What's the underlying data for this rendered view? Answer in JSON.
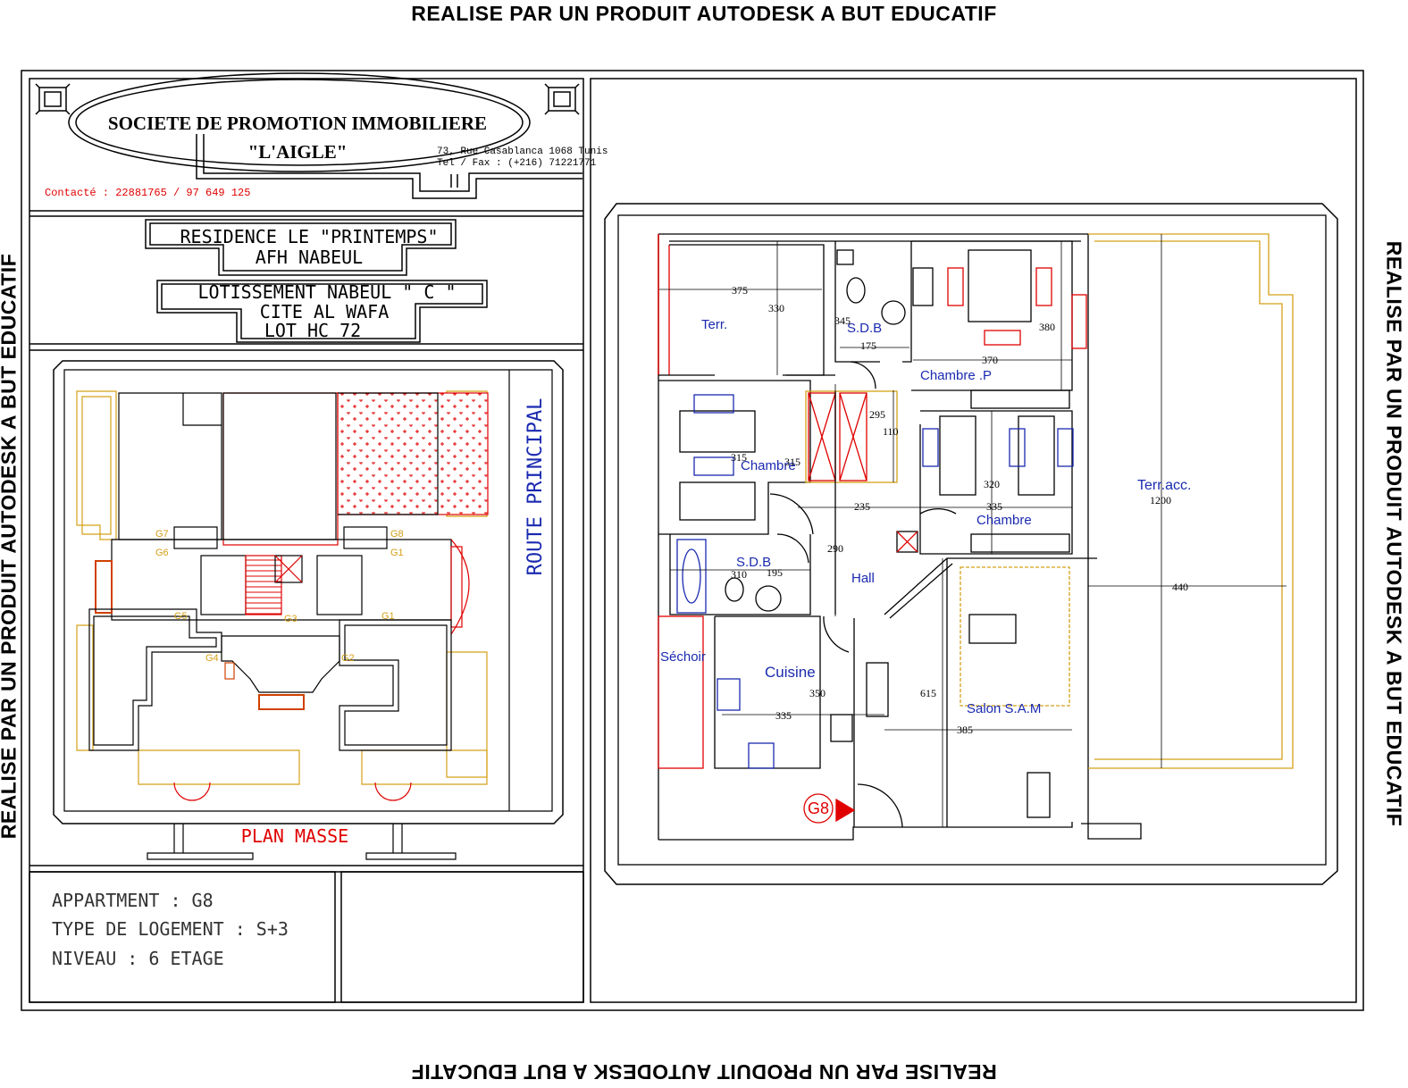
{
  "watermark": "REALISE PAR UN PRODUIT AUTODESK A BUT EDUCATIF",
  "company": {
    "name": "SOCIETE DE PROMOTION IMMOBILIERE",
    "brand": "\"L'AIGLE\"",
    "address": "73, Rue Casablanca 1068 Tunis",
    "phone": "Tel / Fax : (+216) 71221771",
    "contact": "Contacté : 22881765 / 97 649 125"
  },
  "project": {
    "line1": "RESIDENCE LE \"PRINTEMPS\"",
    "line2": "AFH NABEUL",
    "line3": "LOTISSEMENT  NABEUL \" C \"",
    "line4": "CITE  AL  WAFA",
    "line5": "LOT HC 72"
  },
  "site_plan": {
    "title": "PLAN MASSE",
    "road": "ROUTE PRINCIPAL",
    "units": [
      "G7",
      "G6",
      "G8",
      "G1",
      "G5",
      "G4",
      "G3",
      "G1",
      "G2"
    ]
  },
  "info": {
    "apartment": "APPARTMENT : G8",
    "type": "TYPE DE LOGEMENT : S+3",
    "level": "NIVEAU : 6 ETAGE"
  },
  "floor_plan": {
    "rooms": {
      "terr": "Terr.",
      "sdb1": "S.D.B",
      "chambre_p": "Chambre .P",
      "chambre1": "Chambre",
      "chambre2": "Chambre",
      "sdb2": "S.D.B",
      "hall": "Hall",
      "sechoir": "Séchoir",
      "cuisine": "Cuisine",
      "salon": "Salon S.A.M",
      "terr_acc": "Terr.acc."
    },
    "dims": [
      "375",
      "330",
      "345",
      "175",
      "370",
      "380",
      "295",
      "110",
      "315",
      "315",
      "235",
      "335",
      "320",
      "290",
      "310",
      "195",
      "350",
      "335",
      "615",
      "385",
      "1200",
      "440"
    ],
    "entry_tag": "G8"
  },
  "colors": {
    "line": "#000000",
    "wall_yellow": "#d4a017",
    "red": "#e00000",
    "blue": "#1a2ab0",
    "orange": "#d04000"
  }
}
